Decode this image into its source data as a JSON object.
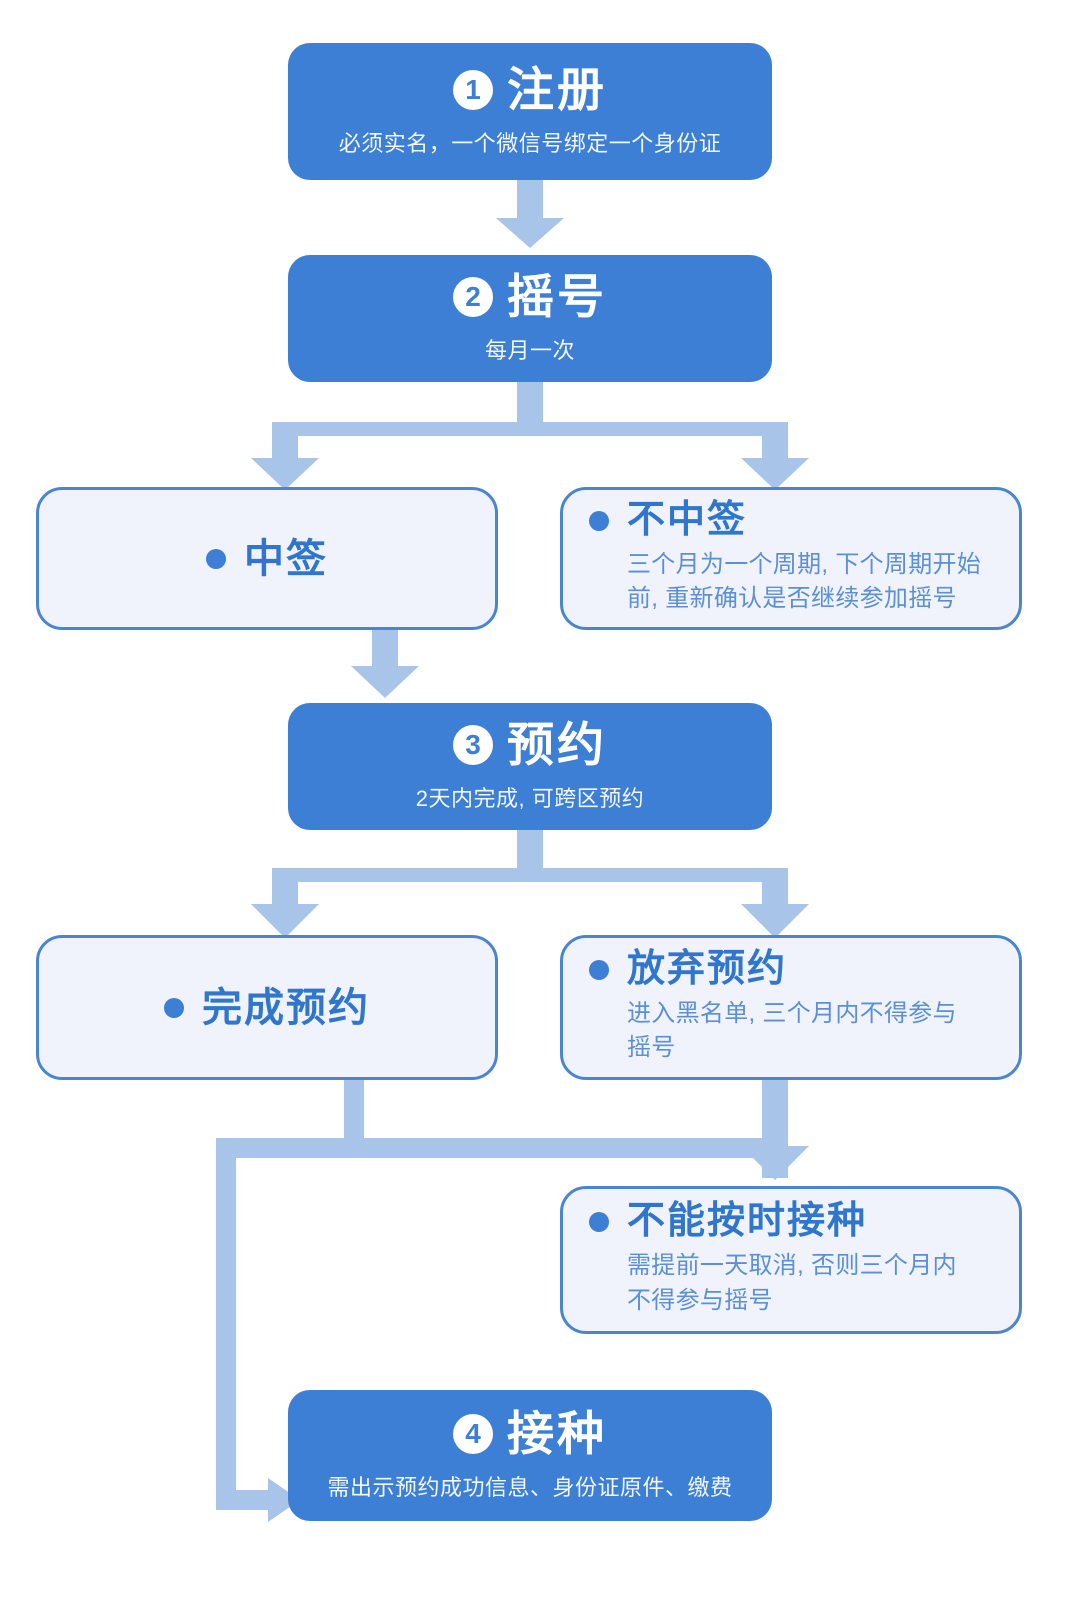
{
  "meta": {
    "title": "疫苗预约接种流程图",
    "colors": {
      "primary": "#3D7FD4",
      "branch_fill": "#F0F3FC",
      "branch_border": "#4A86D0",
      "connector": "#A8C4E8",
      "branch_title": "#2F76CC",
      "branch_desc": "#5B8FD6"
    }
  },
  "steps": [
    {
      "num": "1",
      "title": "注册",
      "desc": "必须实名，一个微信号绑定一个身份证"
    },
    {
      "num": "2",
      "title": "摇号",
      "desc": "每月一次"
    },
    {
      "num": "3",
      "title": "预约",
      "desc": "2天内完成, 可跨区预约"
    },
    {
      "num": "4",
      "title": "接种",
      "desc": "需出示预约成功信息、身份证原件、缴费"
    }
  ],
  "branches": [
    {
      "id": "zhongqian",
      "title": "中签",
      "desc": ""
    },
    {
      "id": "buzhongqian",
      "title": "不中签",
      "desc_line1": "三个月为一个周期, 下个周期开始",
      "desc_line2": "前, 重新确认是否继续参加摇号"
    },
    {
      "id": "wanchengyuyue",
      "title": "完成预约",
      "desc": ""
    },
    {
      "id": "fangqiyuyue",
      "title": "放弃预约",
      "desc_line1": "进入黑名单, 三个月内不得参与",
      "desc_line2": "摇号"
    },
    {
      "id": "bunenganshijiezhong",
      "title": "不能按时接种",
      "desc_line1": "需提前一天取消, 否则三个月内",
      "desc_line2": "不得参与摇号"
    }
  ]
}
